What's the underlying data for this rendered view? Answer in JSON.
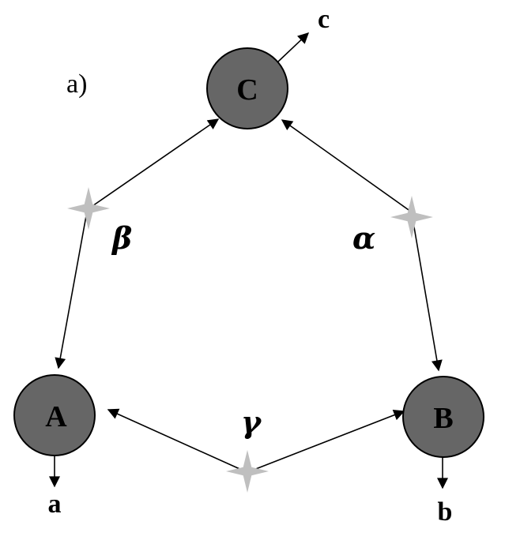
{
  "panel_label": "a)",
  "colors": {
    "node_fill": "#666666",
    "node_stroke": "#000000",
    "star_fill": "#bfbfbf",
    "edge": "#000000"
  },
  "nodes": {
    "C": {
      "label": "C",
      "output_label": "c"
    },
    "A": {
      "label": "A",
      "output_label": "a"
    },
    "B": {
      "label": "B",
      "output_label": "b"
    }
  },
  "sources": {
    "beta": {
      "label": "β",
      "connects": [
        "C",
        "A"
      ]
    },
    "alpha": {
      "label": "α",
      "connects": [
        "C",
        "B"
      ]
    },
    "gamma": {
      "label": "γ",
      "connects": [
        "A",
        "B"
      ]
    }
  }
}
